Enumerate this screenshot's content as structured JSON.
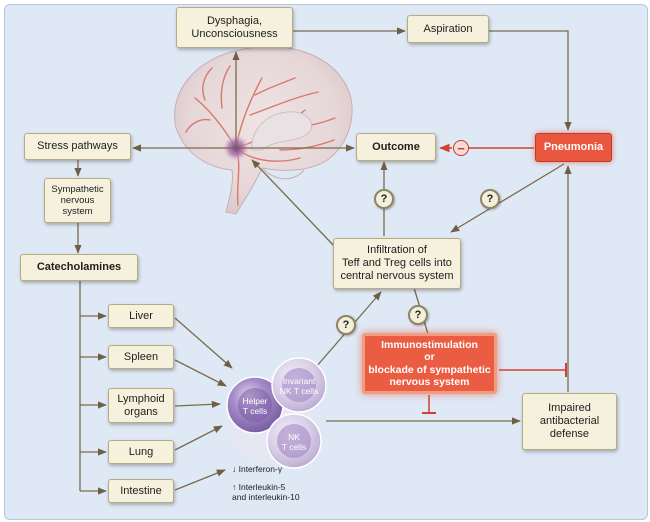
{
  "boxes": {
    "dysphagia": "Dysphagia,\nUnconsciousness",
    "aspiration": "Aspiration",
    "stress_pathways": "Stress pathways",
    "outcome": "Outcome",
    "pneumonia": "Pneumonia",
    "sympathetic": "Sympathetic\nnervous\nsystem",
    "catecholamines": "Catecholamines",
    "infiltration": "Infiltration of\nTeff and Treg cells into\ncentral nervous system",
    "immunostimulation": "Immunostimulation\nor\nblockade of sympathetic\nnervous system",
    "impaired": "Impaired\nantibacterial\ndefense"
  },
  "organs": [
    "Liver",
    "Spleen",
    "Lymphoid\norgans",
    "Lung",
    "Intestine"
  ],
  "question_mark": "?",
  "minus_sign": "−",
  "cells": {
    "helper": "Helper\nT cells",
    "invariant_nkt": "Invariant\nNK T cells",
    "nk": "NK\nT cells"
  },
  "notes": {
    "interferon": "↓ Interferon-γ",
    "interleukin": "↑ Interleukin-5\nand interleukin-10"
  },
  "colors": {
    "background": "#dfe8f5",
    "box_fill": "#f5f1dd",
    "arrow": "#7a6a4e",
    "accent_red": "#e8573e",
    "cell_purple": "#8a6fae"
  }
}
